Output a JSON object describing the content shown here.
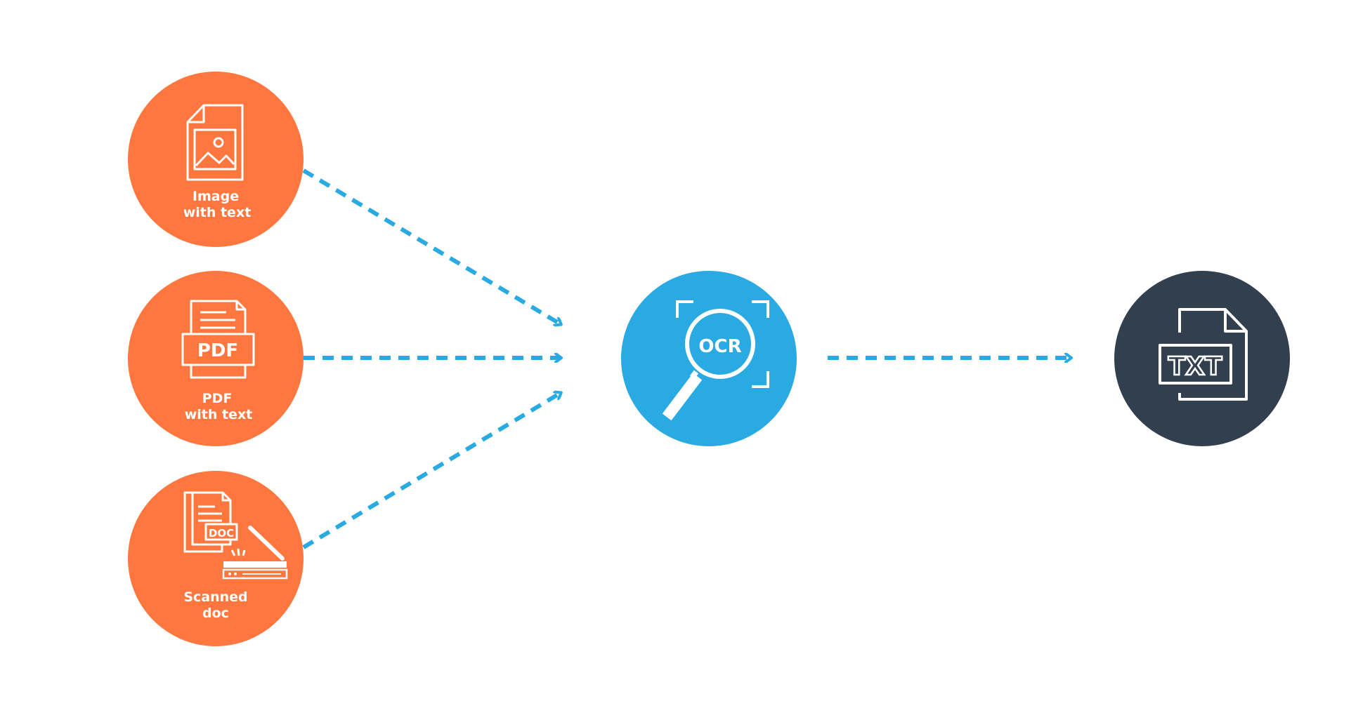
{
  "colors": {
    "input_node": "#FF773E",
    "ocr_node": "#29AAE3",
    "output_node": "#323F4E",
    "connector": "#29AAE3",
    "icon": "#FFFFFF"
  },
  "inputs": [
    {
      "id": "image",
      "icon": "image-file-icon",
      "label_line1": "Image",
      "label_line2": "with text"
    },
    {
      "id": "pdf",
      "icon": "pdf-file-icon",
      "label_line1": "PDF",
      "label_line2": "with text",
      "icon_text": "PDF"
    },
    {
      "id": "scanned",
      "icon": "scanner-doc-icon",
      "label_line1": "Scanned",
      "label_line2": "doc",
      "icon_text": "DOC"
    }
  ],
  "processor": {
    "icon": "magnifier-icon",
    "icon_text": "OCR"
  },
  "output": {
    "icon": "txt-file-icon",
    "icon_text": "TXT"
  }
}
